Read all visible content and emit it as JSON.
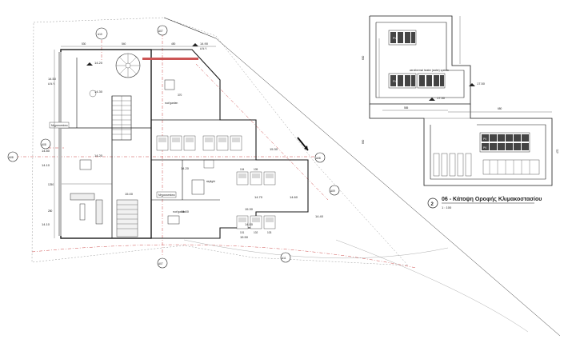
{
  "drawing": {
    "title": "06 - Κάτοψη Οροφής Κλιμακοστασίου",
    "scale": "1 : 100",
    "sheet_number": "2"
  },
  "grid_markers": {
    "a10": "A10",
    "a07_top": "A07",
    "a07_bottom": "A07",
    "a08_left_outer": "A08",
    "a08_left_inner": "A08",
    "a09_outer": "A09",
    "a08_right": "A08",
    "a11": "A11"
  },
  "levels": {
    "lv_1420_top": "14.20",
    "lv_1490_top": "14.90",
    "lv_1450_left": "14.50",
    "lv_1430_left": "14.30",
    "lv_1420_mid": "14.20",
    "lv_1480_left": "14.80",
    "lv_1410_left": "14.10",
    "lv_1500_center": "15.00",
    "lv_1530_right": "15.30",
    "lv_1420_center": "14.20",
    "lv_1400_lower": "14.00",
    "lv_1470_right": "14.70",
    "lv_1530_right2": "15.30",
    "lv_1460_right": "14.60",
    "lv_1440_right": "14.40",
    "lv_1400_right": "14.00",
    "lv_1410_bottom": "14.10",
    "lv_1550_bottom": "15.50",
    "lv_1750_roof": "17.50",
    "lv_1730_roof": "17.30"
  },
  "annotations": {
    "roof_garden_1": "roof garden",
    "roof_garden_2": "roof garden",
    "skylight": "skylight",
    "aerothermal_label": "aerothermal heater (water) system",
    "datum_tag": "Α.Ν.Υ."
  },
  "room_tags": {
    "t1": "Μηχανοστάσιο",
    "t2": "Μηχανοστάσιο"
  },
  "solar_panel_labels": [
    "PV",
    "PV",
    "PV",
    "PV"
  ],
  "unit_labels": [
    "101",
    "102",
    "103",
    "104",
    "105"
  ],
  "dimensions": {
    "d_top_1": "530",
    "d_top_2": "540",
    "d_top_3": "450",
    "d_left_1": "1250",
    "d_left_2": "280",
    "d_center_1": "370",
    "d_roof_1": "585",
    "d_roof_2": "680",
    "d_roof_left": "600",
    "d_roof_left2": "890",
    "d_roof_right": "470"
  }
}
